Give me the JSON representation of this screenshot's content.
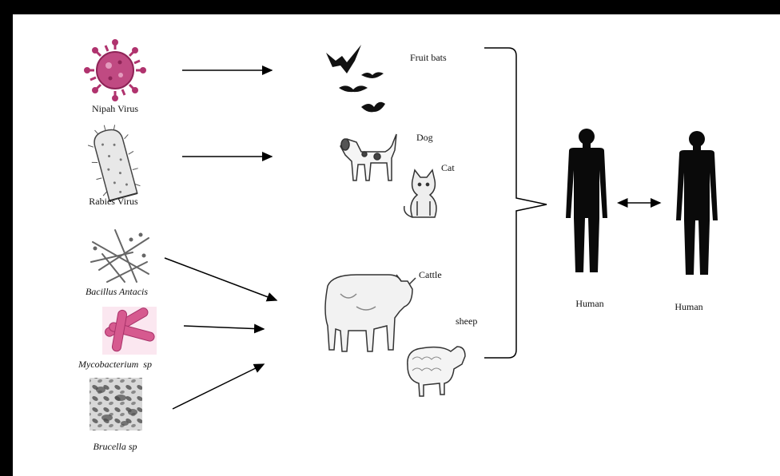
{
  "pathogens": [
    {
      "label": "Nipah Virus",
      "icon": "nipah-virus-icon",
      "italic": false
    },
    {
      "label": "Rabies Virus",
      "icon": "rabies-virus-icon",
      "italic": false
    },
    {
      "label": "Bacillus Antacis",
      "icon": "bacillus-icon",
      "italic": true
    },
    {
      "label": "Mycobacterium  sp",
      "icon": "mycobacterium-icon",
      "italic": true
    },
    {
      "label": "Brucella sp",
      "icon": "brucella-icon",
      "italic": true
    }
  ],
  "animals": [
    {
      "label": "Fruit bats",
      "icon": "bat-icon"
    },
    {
      "label": "Dog",
      "icon": "dog-icon"
    },
    {
      "label": "Cat",
      "icon": "cat-icon"
    },
    {
      "label": "Cattle",
      "icon": "cattle-icon"
    },
    {
      "label": "sheep",
      "icon": "sheep-icon"
    }
  ],
  "hosts": [
    {
      "label": "Human",
      "icon": "human-silhouette-icon"
    },
    {
      "label": "Human",
      "icon": "human-silhouette-icon"
    }
  ],
  "colors": {
    "frame": "#000000",
    "background": "#ffffff",
    "nipah": "#b0336e",
    "mycobacterium": "#d65a8f",
    "silhouette": "#0a0a0a"
  }
}
